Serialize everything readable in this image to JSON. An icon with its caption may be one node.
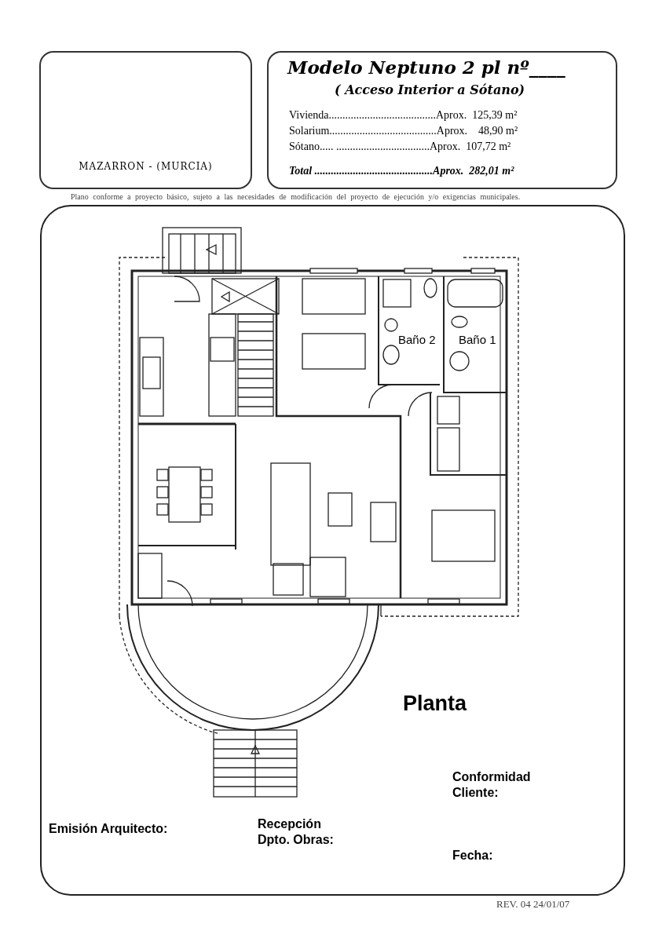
{
  "diagram": {
    "nodes": [
      {
        "text": [
          "MAZARRON - (MURCIA)"
        ]
      },
      {
        "text": [
          "Modelo Neptuno 2 pl nº____",
          "( Acceso Interior a Sótano)",
          "Vivienda.......................................Aprox.  125,39 m²",
          "Solarium.......................................Aprox.    48,90 m²",
          "Sótano..... ..................................Aprox.  107,72 m²",
          "Total ...........................................Aprox.  282,01 m²"
        ]
      }
    ],
    "labels": [
      "Plano conforme a proyecto básico, sujeto a las necesidades de modificación del proyecto de ejecución y/o exigencias municipales.",
      "Baño 2",
      "Baño 1",
      "Planta",
      "Conformidad Cliente:",
      "Emisión Arquitecto:",
      "Recepción Dpto. Obras:",
      "Fecha:",
      "REV. 04 24/01/07"
    ]
  }
}
